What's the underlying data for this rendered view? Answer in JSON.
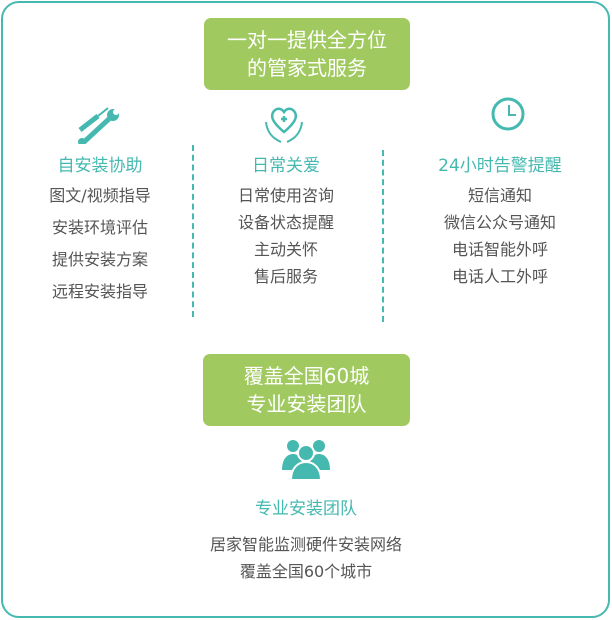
{
  "top_badge": {
    "line1": "一对一提供全方位",
    "line2": "的管家式服务"
  },
  "columns": [
    {
      "icon": "tools-icon",
      "title": "自安装协助",
      "items": [
        "图文/视频指导",
        "安装环境评估",
        "提供安装方案",
        "远程安装指导"
      ]
    },
    {
      "icon": "heart-hands-icon",
      "title": "日常关爱",
      "items": [
        "日常使用咨询",
        "设备状态提醒",
        "主动关怀",
        "售后服务"
      ]
    },
    {
      "icon": "clock-icon",
      "title": "24小时告警提醒",
      "items": [
        "短信通知",
        "微信公众号通知",
        "电话智能外呼",
        "电话人工外呼"
      ]
    }
  ],
  "bottom_badge": {
    "line1": "覆盖全国60城",
    "line2": "专业安装团队"
  },
  "team": {
    "icon": "team-icon",
    "title": "专业安装团队",
    "lines": [
      "居家智能监测硬件安装网络",
      "覆盖全国60个城市"
    ]
  },
  "colors": {
    "teal": "#45b9b0",
    "green": "#a0c95f",
    "text": "#555555"
  }
}
